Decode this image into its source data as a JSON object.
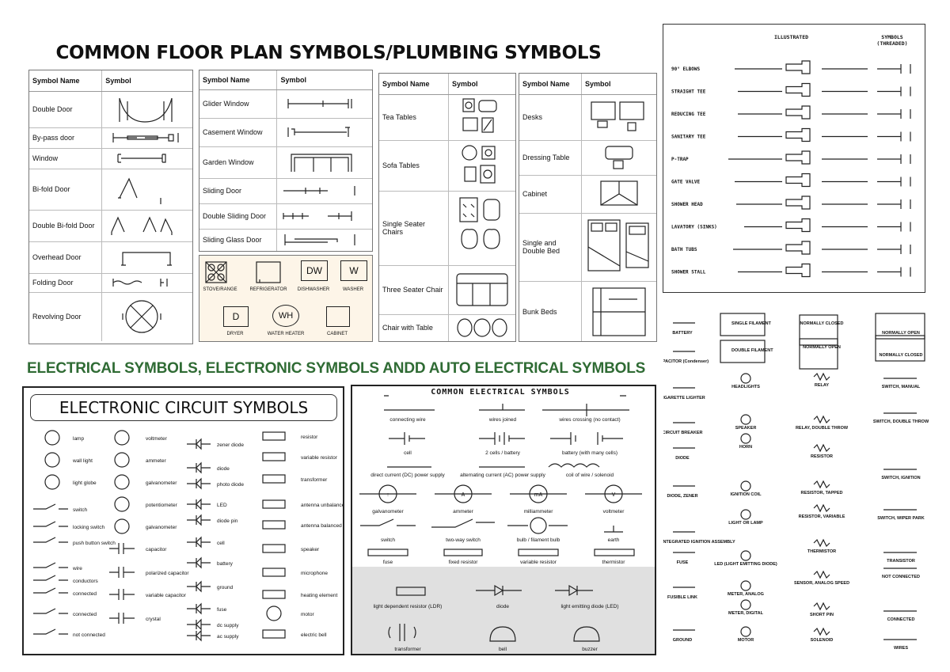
{
  "titles": {
    "floor_plan": "COMMON FLOOR PLAN SYMBOLS/PLUMBING SYMBOLS",
    "electrical": "ELECTRICAL SYMBOLS, ELECTRONIC SYMBOLS ANDD AUTO ELECTRICAL SYMBOLS"
  },
  "doors_table": {
    "headers": [
      "Symbol Name",
      "Symbol"
    ],
    "rows": [
      "Double Door",
      "By-pass door",
      "Window",
      "Bi-fold Door",
      "Double Bi-fold Door",
      "Overhead Door",
      "Folding Door",
      "Revolving Door"
    ]
  },
  "windows_table": {
    "headers": [
      "Symbol Name",
      "Symbol"
    ],
    "rows": [
      "Glider Window",
      "Casement Window",
      "Garden Window",
      "Sliding Door",
      "Double Sliding Door",
      "Sliding Glass Door"
    ]
  },
  "appliances": {
    "row1": [
      "STOVE/RANGE",
      "REFRIGERATOR",
      "DISHWASHER",
      "WASHER"
    ],
    "row2": [
      "DRYER",
      "WATER HEATER",
      "CABINET"
    ],
    "codes": {
      "dw": "DW",
      "w": "W",
      "d": "D",
      "wh": "WH"
    }
  },
  "furniture_left": {
    "headers": [
      "Symbol Name",
      "Symbol"
    ],
    "rows": [
      "Tea Tables",
      "Sofa Tables",
      "Single Seater Chairs",
      "Three Seater Chair",
      "Chair with Table"
    ]
  },
  "furniture_right": {
    "headers": [
      "Symbol Name",
      "Symbol"
    ],
    "rows": [
      "Desks",
      "Dressing Table",
      "Cabinet",
      "Single and Double Bed",
      "Bunk Beds"
    ]
  },
  "plumbing": {
    "col_illustrated": "ILLUSTRATED",
    "col_symbols": "SYMBOLS (THREADED)",
    "rows": [
      "90° ELBOWS",
      "STRAIGHT TEE",
      "REDUCING TEE",
      "SANITARY TEE",
      "P-TRAP",
      "GATE VALVE",
      "SHOWER HEAD",
      "LAVATORY (SINKS)",
      "BATH TUBS",
      "SHOWER STALL"
    ]
  },
  "electronic": {
    "title": "ELECTRONIC CIRCUIT SYMBOLS",
    "col1": [
      "lamp",
      "wall light",
      "light globe",
      "switch",
      "locking switch",
      "push button switch",
      "wire",
      "conductors",
      "connected",
      "connected",
      "not connected"
    ],
    "col2": [
      "voltmeter",
      "ammeter",
      "galvanometer",
      "potentiometer",
      "galvanometer",
      "capacitor",
      "polarized capacitor",
      "variable capacitor",
      "crystal"
    ],
    "col3": [
      "zener diode",
      "diode",
      "photo diode",
      "LED",
      "diode pin",
      "cell",
      "battery",
      "ground",
      "fuse",
      "dc supply",
      "ac supply"
    ],
    "col4": [
      "resistor",
      "variable resistor",
      "transformer",
      "antenna unbalanced",
      "antenna balanced",
      "speaker",
      "microphone",
      "heating element",
      "motor",
      "electric bell"
    ]
  },
  "common_electrical": {
    "title": "COMMON ELECTRICAL SYMBOLS",
    "row1": [
      "connecting wire",
      "wires joined",
      "wires crossing (no contact)"
    ],
    "row2": [
      "cell",
      "2 cells / battery",
      "battery (with many cells)"
    ],
    "row3": [
      "direct current (DC) power supply",
      "alternating current (AC) power supply",
      "coil of wire / solenoid"
    ],
    "row4": [
      "galvanometer",
      "ammeter",
      "milliammeter",
      "voltmeter"
    ],
    "meters": {
      "g": "↑",
      "a": "A",
      "ma": "mA",
      "v": "V"
    },
    "row5": [
      "switch",
      "two-way switch",
      "bulb / filament bulb",
      "earth"
    ],
    "row6": [
      "fuse",
      "fixed resistor",
      "variable resistor",
      "thermistor"
    ],
    "row7": [
      "light dependent resistor (LDR)",
      "diode",
      "light emitting diode (LED)"
    ],
    "row8": [
      "transformer",
      "bell",
      "buzzer"
    ]
  },
  "auto": {
    "col1": [
      "BATTERY",
      "CAPACITOR (Condenser)",
      "CIGARETTE LIGHTER",
      "CIRCUIT BREAKER",
      "DIODE",
      "DIODE, ZENER",
      "DISTRIBUTOR, INTEGRATED IGNITION ASSEMBLY",
      "FUSE",
      "FUSIBLE LINK",
      "GROUND"
    ],
    "col2": [
      "SINGLE FILAMENT",
      "DOUBLE FILAMENT",
      "HEADLIGHTS",
      "SPEAKER",
      "HORN",
      "IGNITION COIL",
      "LIGHT OR LAMP",
      "LED (LIGHT EMITTING DIODE)",
      "METER, ANALOG",
      "METER, DIGITAL",
      "MOTOR"
    ],
    "col3": [
      "NORMALLY CLOSED",
      "NORMALLY OPEN",
      "RELAY",
      "RELAY, DOUBLE THROW",
      "RESISTOR",
      "RESISTOR, TAPPED",
      "RESISTOR, VARIABLE",
      "THERMISTOR",
      "SENSOR, ANALOG SPEED",
      "SHORT PIN",
      "SOLENOID"
    ],
    "col4": [
      "NORMALLY OPEN",
      "NORMALLY CLOSED",
      "SWITCH, MANUAL",
      "SWITCH, DOUBLE THROW",
      "SWITCH, IGNITION",
      "SWITCH, WIPER PARK",
      "TRANSISTOR",
      "NOT CONNECTED",
      "CONNECTED",
      "WIRES"
    ]
  }
}
